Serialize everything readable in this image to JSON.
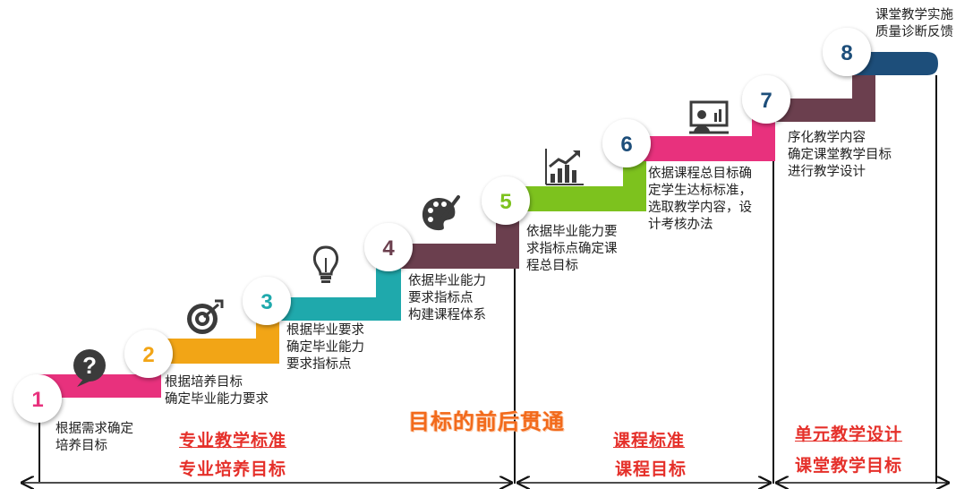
{
  "diagram": {
    "steps": [
      {
        "number": "1",
        "color": "#e8317d",
        "text": "根据需求确定\n培养目标",
        "icon": "question-bubble-icon"
      },
      {
        "number": "2",
        "color": "#f2a516",
        "text": "根据培养目标\n确定毕业能力要求",
        "icon": "target-icon"
      },
      {
        "number": "3",
        "color": "#1fa9ac",
        "text": "根据毕业要求\n确定毕业能力\n要求指标点",
        "icon": "lightbulb-icon"
      },
      {
        "number": "4",
        "color": "#6b3f4e",
        "text": "依据毕业能力\n要求指标点\n构建课程体系",
        "icon": "palette-icon"
      },
      {
        "number": "5",
        "color": "#7dc21e",
        "text": "依据毕业能力要\n求指标点确定课\n程总目标",
        "icon": "chart-icon"
      },
      {
        "number": "6",
        "color": "#e8317d",
        "text": "依据课程总目标确\n定学生达标标准，\n选取教学内容，设\n计考核办法",
        "icon": "presentation-icon"
      },
      {
        "number": "7",
        "color": "#6b3f4e",
        "text": "序化教学内容\n确定课堂教学目标\n进行教学设计",
        "icon": ""
      },
      {
        "number": "8",
        "color": "#1d4e7a",
        "text": "课堂教学实施\n质量诊断反馈",
        "icon": ""
      }
    ],
    "center_title": "目标的前后贯通",
    "sections": [
      {
        "line1": "专业教学标准",
        "line2": "专业培养目标"
      },
      {
        "line1": "课程标准",
        "line2": "课程目标"
      },
      {
        "line1": "单元教学设计",
        "line2": "课堂教学目标"
      }
    ]
  }
}
